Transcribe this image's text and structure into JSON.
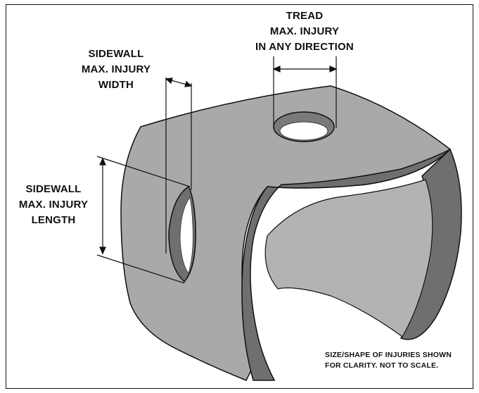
{
  "labels": {
    "tread": [
      "TREAD",
      "MAX. INJURY",
      "IN ANY DIRECTION"
    ],
    "sidewall_width": [
      "SIDEWALL",
      "MAX. INJURY",
      "WIDTH"
    ],
    "sidewall_length": [
      "SIDEWALL",
      "MAX. INJURY",
      "LENGTH"
    ],
    "note": [
      "SIZE/SHAPE OF INJURIES SHOWN",
      "FOR CLARITY.  NOT TO SCALE."
    ]
  },
  "colors": {
    "tire_face": "#a9a9a9",
    "tire_inner": "#6f6f6f",
    "outline": "#111111"
  }
}
